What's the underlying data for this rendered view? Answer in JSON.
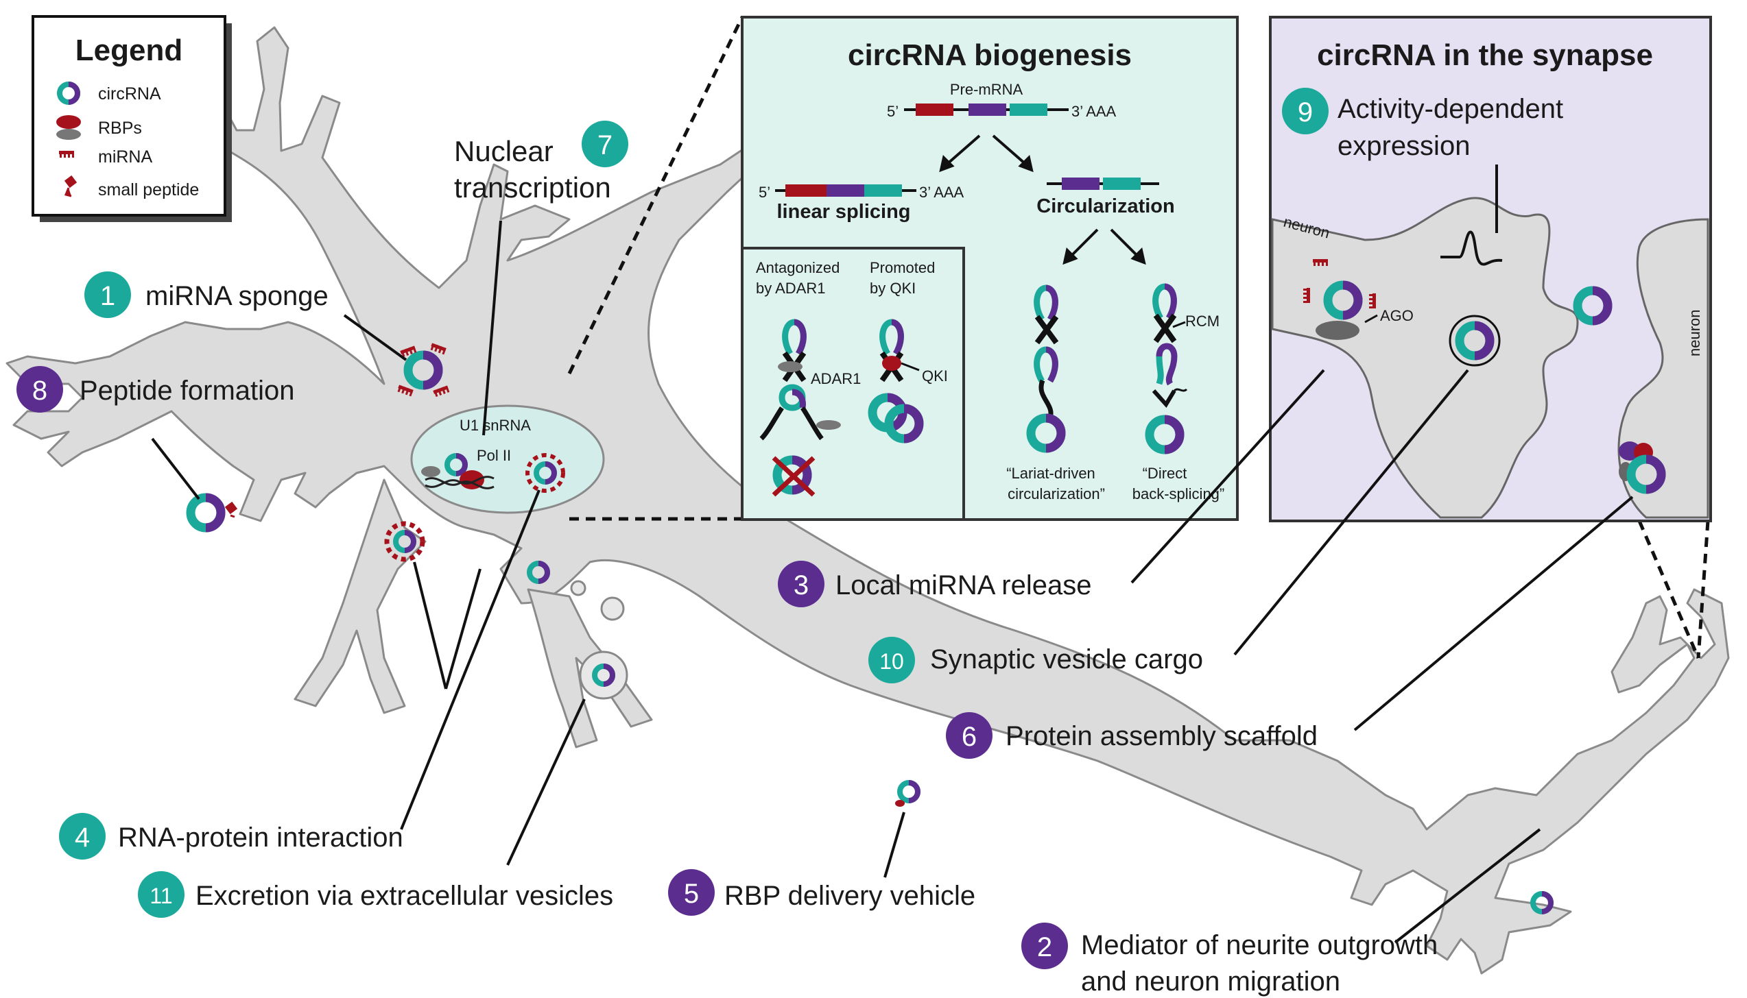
{
  "colors": {
    "teal": "#1aa99a",
    "purple": "#5b2d8e",
    "red": "#a6121c",
    "neuron_fill": "#dcdcdc",
    "nucleus_fill": "#d3eeea",
    "biogenesis_bg": "#dff3ee",
    "synapse_bg": "#e6e0f3"
  },
  "legend": {
    "title": "Legend",
    "items": [
      {
        "icon": "circrna-icon",
        "label": "circRNA"
      },
      {
        "icon": "rbp-icon",
        "label": "RBPs"
      },
      {
        "icon": "mirna-icon",
        "label": "miRNA"
      },
      {
        "icon": "small-peptide-icon",
        "label": "small peptide"
      }
    ]
  },
  "nucleus": {
    "u1": "U1 snRNA",
    "pol": "Pol II"
  },
  "callouts": {
    "c1": {
      "num": "1",
      "text": "miRNA sponge"
    },
    "c2": {
      "num": "2",
      "line1": "Mediator of neurite outgrowth",
      "line2": "and neuron migration"
    },
    "c3": {
      "num": "3",
      "text": "Local miRNA release"
    },
    "c4": {
      "num": "4",
      "text": "RNA-protein interaction"
    },
    "c5": {
      "num": "5",
      "text": "RBP delivery vehicle"
    },
    "c6": {
      "num": "6",
      "text": "Protein assembly scaffold"
    },
    "c7": {
      "num": "7",
      "line1": "Nuclear",
      "line2": "transcription"
    },
    "c8": {
      "num": "8",
      "text": "Peptide formation"
    },
    "c9": {
      "num": "9",
      "line1": "Activity-dependent",
      "line2": "expression"
    },
    "c10": {
      "num": "10",
      "text": "Synaptic vesicle cargo"
    },
    "c11": {
      "num": "11",
      "text": "Excretion via extracellular vesicles"
    }
  },
  "biogenesis": {
    "title": "circRNA biogenesis",
    "premrna": "Pre-mRNA",
    "five": "5’",
    "three_aaa": "3’  AAA",
    "linear": "linear splicing",
    "circ": "Circularization",
    "rcm": "RCM",
    "lariat1": "“Lariat-driven",
    "lariat2": "circularization”",
    "direct1": "“Direct",
    "direct2": "back-splicing”",
    "inset": {
      "antag1": "Antagonized",
      "antag2": "by ADAR1",
      "prom1": "Promoted",
      "prom2": "by QKI",
      "adar": "ADAR1",
      "qki": "QKI"
    }
  },
  "synapse": {
    "title": "circRNA in the synapse",
    "neuron": "neuron",
    "ago": "AGO"
  }
}
